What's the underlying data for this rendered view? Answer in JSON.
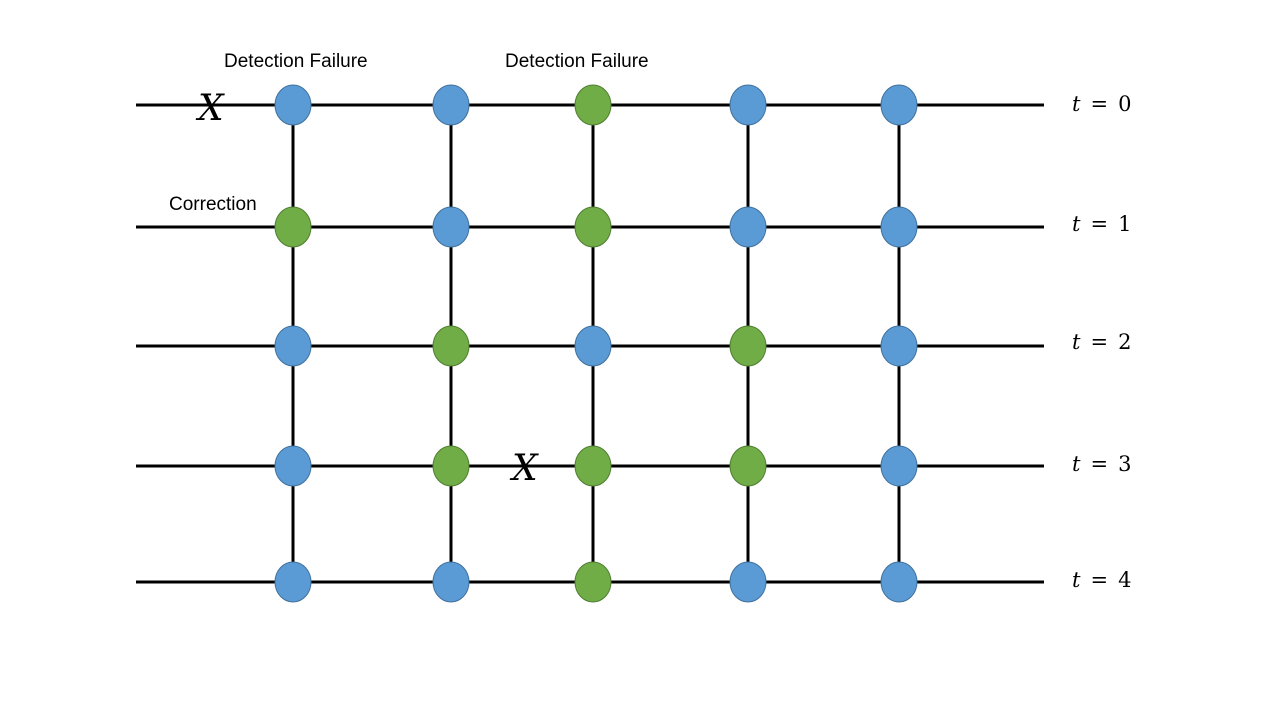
{
  "annotations": {
    "detection_failure_1": "Detection Failure",
    "detection_failure_2": "Detection Failure",
    "correction": "Correction"
  },
  "error_marks": {
    "first": "X",
    "second": "X"
  },
  "time_labels": [
    {
      "var": "t",
      "eq": "=",
      "value": "0"
    },
    {
      "var": "t",
      "eq": "=",
      "value": "1"
    },
    {
      "var": "t",
      "eq": "=",
      "value": "2"
    },
    {
      "var": "t",
      "eq": "=",
      "value": "3"
    },
    {
      "var": "t",
      "eq": "=",
      "value": "4"
    }
  ],
  "grid": {
    "rows": 5,
    "columns": 5,
    "node_states": [
      [
        "blue",
        "blue",
        "green",
        "blue",
        "blue"
      ],
      [
        "green",
        "blue",
        "green",
        "blue",
        "blue"
      ],
      [
        "blue",
        "green",
        "blue",
        "green",
        "blue"
      ],
      [
        "blue",
        "green",
        "green",
        "green",
        "blue"
      ],
      [
        "blue",
        "blue",
        "green",
        "blue",
        "blue"
      ]
    ]
  },
  "colors": {
    "blue": "#5B9BD5",
    "green": "#70AD47",
    "line": "#000000",
    "node_outline_blue": "#41719C",
    "node_outline_green": "#507E32"
  }
}
